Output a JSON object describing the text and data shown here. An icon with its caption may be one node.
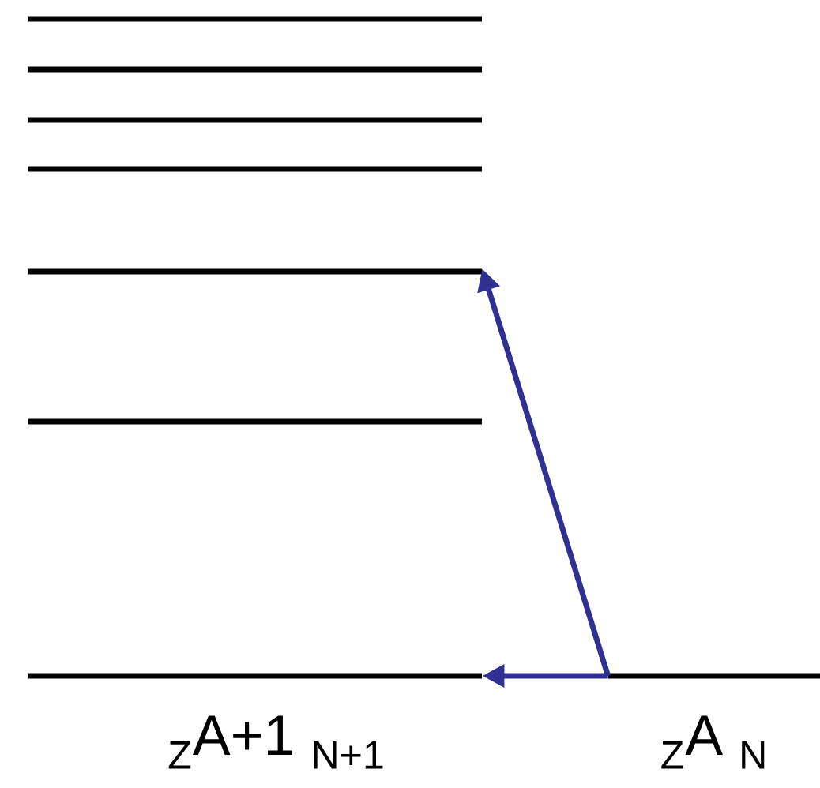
{
  "diagram": {
    "nodes": [
      {
        "text": [],
        "shape": "bar"
      },
      {
        "text": [],
        "shape": "bar"
      },
      {
        "text": [],
        "shape": "bar"
      },
      {
        "text": [],
        "shape": "bar"
      },
      {
        "text": [],
        "shape": "bar"
      },
      {
        "text": [],
        "shape": "bar"
      },
      {
        "text": [],
        "shape": "bar"
      },
      {
        "text": [],
        "shape": "bar"
      }
    ],
    "edges": [
      {
        "from": 7,
        "to": 6,
        "arrow": "to"
      },
      {
        "from": 7,
        "to": 4,
        "arrow": "to"
      }
    ],
    "labels": [
      "$_{Z}$A+1 $_{N+1}$",
      "$_{Z}$A $_{N}$"
    ]
  }
}
